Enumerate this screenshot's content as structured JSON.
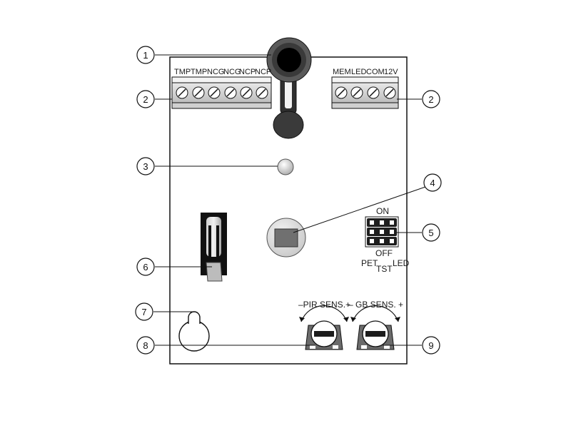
{
  "callouts": [
    "1",
    "2",
    "2",
    "3",
    "4",
    "5",
    "6",
    "7",
    "8",
    "9"
  ],
  "terminal_block_left": {
    "labels": [
      "TMP",
      "TMP",
      "NCG",
      "NCG",
      "NCP",
      "NCP"
    ]
  },
  "terminal_block_right": {
    "labels": [
      "MEM",
      "LED",
      "COM",
      "12V"
    ]
  },
  "jumper_block": {
    "on_label": "ON",
    "off_label": "OFF",
    "pet_label": "PET",
    "tst_label": "TST",
    "led_label": "LED"
  },
  "potentiometers": {
    "pir_label": "–PIR SENS.+",
    "gb_label": "– GB SENS. +"
  },
  "colors": {
    "board_outline": "#111111",
    "terminal_fill": "#dcdcdc",
    "lens_dark": "#111111",
    "lens_ring": "#555555",
    "led_fill": "#d8d8d8",
    "sensor_window": "#707070"
  }
}
